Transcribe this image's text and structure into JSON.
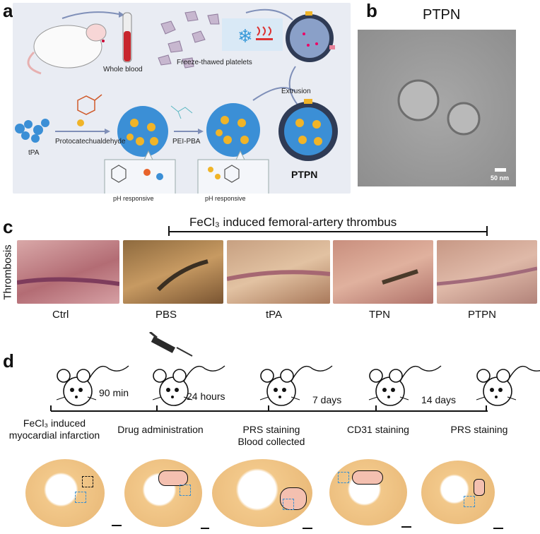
{
  "panel_a": {
    "letter": "a",
    "labels": {
      "whole_blood": "Whole blood",
      "platelets": "Freeze-thawed platelets",
      "extrusion": "Extrusion",
      "tpa": "tPA",
      "protocatechualdehyde": "Protocatechualdehyde",
      "pei_pba": "PEI-PBA",
      "ph1": "pH responsive",
      "ph2": "pH responsive",
      "ptpn": "PTPN"
    }
  },
  "panel_b": {
    "letter": "b",
    "title": "PTPN",
    "scale": "50 nm"
  },
  "panel_c": {
    "letter": "c",
    "header": "FeCl₃ induced femoral-artery thrombus",
    "row_label": "Thrombosis",
    "groups": [
      "Ctrl",
      "PBS",
      "tPA",
      "TPN",
      "PTPN"
    ]
  },
  "panel_d": {
    "letter": "d",
    "intervals": [
      "90 min",
      "24 hours",
      "7 days",
      "14 days"
    ],
    "steps": [
      "FeCl₃ induced myocardial infarction",
      "Drug administration",
      "PRS staining Blood collected",
      "CD31 staining",
      "PRS staining"
    ],
    "step_lines": [
      [
        "FeCl₃ induced",
        "myocardial infarction"
      ],
      [
        "Drug administration"
      ],
      [
        "PRS staining",
        "Blood collected"
      ],
      [
        "CD31 staining"
      ],
      [
        "PRS staining"
      ]
    ]
  },
  "colors": {
    "panel_a_bg": "#e9ecf3",
    "blood": "#c8262d",
    "tpa_blue": "#3b8fd6",
    "pba_yellow": "#f0b428",
    "dark_vesicle": "#2f3b55",
    "heart_tissue": "#f2c88a"
  }
}
